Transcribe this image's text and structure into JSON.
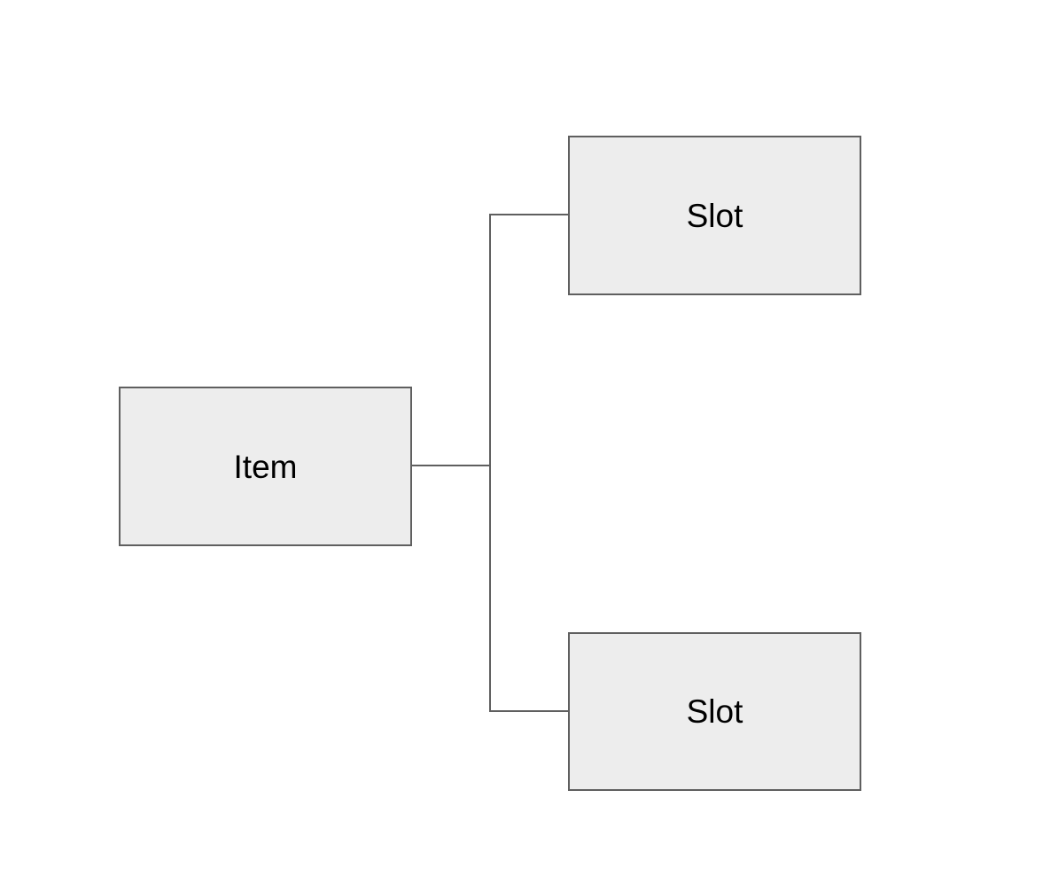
{
  "diagram": {
    "root": {
      "label": "Item"
    },
    "children": [
      {
        "label": "Slot"
      },
      {
        "label": "Slot"
      }
    ],
    "colors": {
      "node_fill": "#ededed",
      "node_border": "#5f5f5f",
      "connector": "#5f5f5f",
      "text": "#000000"
    }
  }
}
